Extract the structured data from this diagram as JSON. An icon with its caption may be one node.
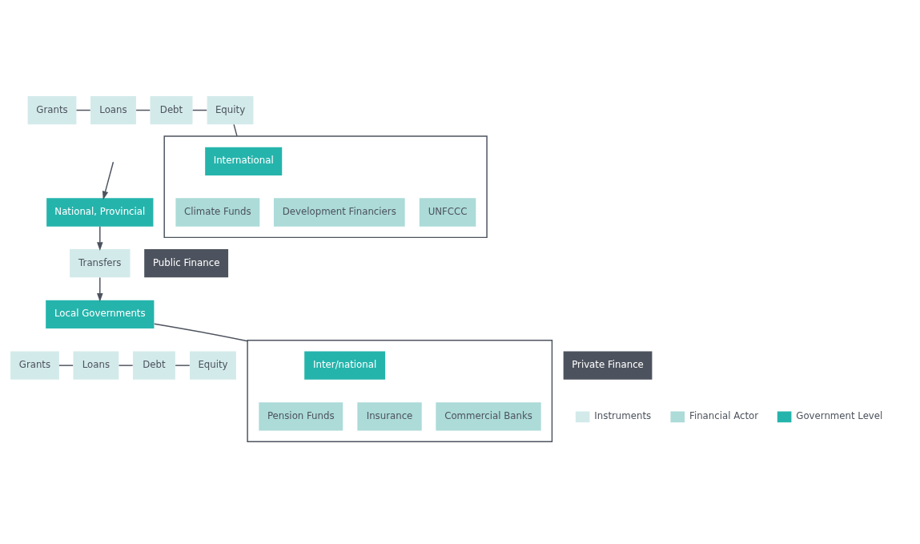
{
  "diagram": {
    "nodes": [
      {
        "text": [
          "Grants"
        ]
      },
      {
        "text": [
          "Loans"
        ]
      },
      {
        "text": [
          "Debt"
        ]
      },
      {
        "text": [
          "Equity"
        ]
      },
      {
        "text": [],
        "shape": "box"
      },
      {
        "text": [
          "International"
        ],
        "in": 4
      },
      {
        "text": [
          "Climate Funds"
        ],
        "in": 4
      },
      {
        "text": [
          "Development Financiers"
        ],
        "in": 4
      },
      {
        "text": [
          "UNFCCC"
        ],
        "in": 4
      },
      {
        "text": [
          "National, Provincial"
        ]
      },
      {
        "text": [
          "Transfers"
        ]
      },
      {
        "text": [
          "Local Governments"
        ]
      },
      {
        "text": [
          "Public Finance"
        ]
      },
      {
        "text": [
          "Private Finance"
        ]
      },
      {
        "text": [
          "Grants"
        ]
      },
      {
        "text": [
          "Loans"
        ]
      },
      {
        "text": [
          "Debt"
        ]
      },
      {
        "text": [
          "Equity"
        ]
      },
      {
        "text": [],
        "shape": "box"
      },
      {
        "text": [
          "Inter/national"
        ],
        "in": 18
      },
      {
        "text": [
          "Pension Funds"
        ],
        "in": 18
      },
      {
        "text": [
          "Insurance"
        ],
        "in": 18
      },
      {
        "text": [
          "Commercial Banks"
        ],
        "in": 18
      }
    ],
    "edges": [
      {
        "from": 0,
        "to": 1,
        "arrow": "none"
      },
      {
        "from": 1,
        "to": 2,
        "arrow": "none"
      },
      {
        "from": 2,
        "to": 3,
        "arrow": "none"
      },
      {
        "from": 3,
        "to": 4,
        "arrow": "none"
      },
      {
        "from": null,
        "to": 9,
        "arrow": "to"
      },
      {
        "from": 9,
        "to": 10,
        "arrow": "to"
      },
      {
        "from": 10,
        "to": 11,
        "arrow": "to"
      },
      {
        "from": 14,
        "to": 15,
        "arrow": "none"
      },
      {
        "from": 15,
        "to": 16,
        "arrow": "none"
      },
      {
        "from": 16,
        "to": 17,
        "arrow": "none"
      },
      {
        "from": 11,
        "to": 18,
        "arrow": "none"
      }
    ],
    "legend": [
      {
        "text": "Instruments",
        "color": "#d3eaea"
      },
      {
        "text": "Financial Actor",
        "color": "#acdbd8"
      },
      {
        "text": "Government Level",
        "color": "#25b4ac"
      }
    ]
  }
}
